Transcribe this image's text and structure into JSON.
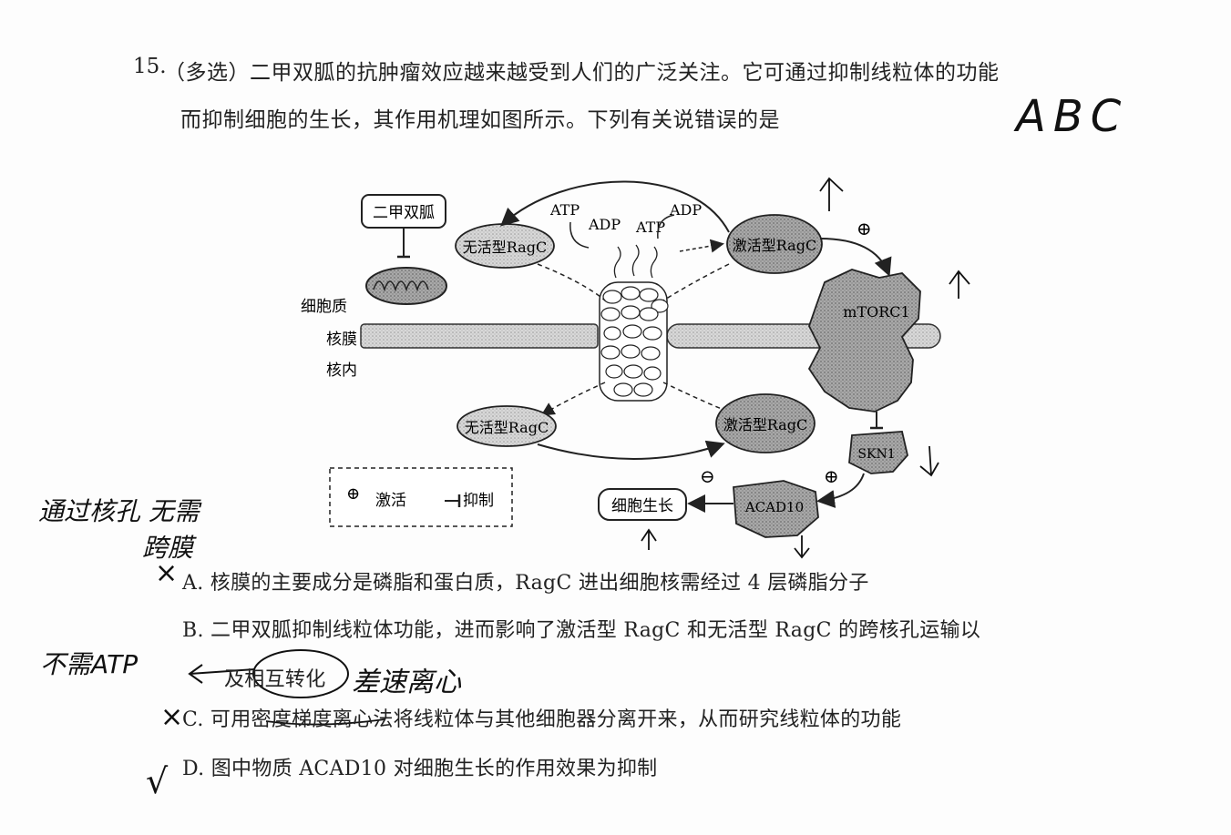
{
  "question": {
    "number": "15.",
    "line1": "（多选）二甲双胍的抗肿瘤效应越来越受到人们的广泛关注。它可通过抑制线粒体的功能",
    "line2": "而抑制细胞的生长，其作用机理如图所示。下列有关说错误的是"
  },
  "diagram": {
    "drug": "二甲双胍",
    "cytoplasm": "细胞质",
    "nuclear_membrane": "核膜",
    "nucleus_inside": "核内",
    "inactive_ragc": "无活型RagC",
    "active_ragc": "激活型RagC",
    "atp1": "ATP",
    "adp1": "ADP",
    "atp2": "ATP",
    "adp2": "ADP",
    "mtorc1": "mTORC1",
    "skn1": "SKN1",
    "acad10": "ACAD10",
    "cell_growth": "细胞生长",
    "plus": "⊕",
    "minus": "⊖",
    "legend_activate": "激活",
    "legend_inhibit": "抑制"
  },
  "options": {
    "a": "A. 核膜的主要成分是磷脂和蛋白质，RagC 进出细胞核需经过 4 层磷脂分子",
    "b1": "B. 二甲双胍抑制线粒体功能，进而影响了激活型 RagC 和无活型 RagC 的跨核孔运输以",
    "b2": "及相互转化",
    "c": "C. 可用密度梯度离心法将线粒体与其他细胞器分离开来，从而研究线粒体的功能",
    "d": "D. 图中物质 ACAD10 对细胞生长的作用效果为抑制"
  },
  "handwriting": {
    "answer": "ABC",
    "note_a1": "通过核孔 无需",
    "note_a2": "跨膜",
    "note_b": "不需ATP",
    "note_c": "差速离心",
    "mark_a": "×",
    "mark_c": "×",
    "mark_d": "√"
  }
}
